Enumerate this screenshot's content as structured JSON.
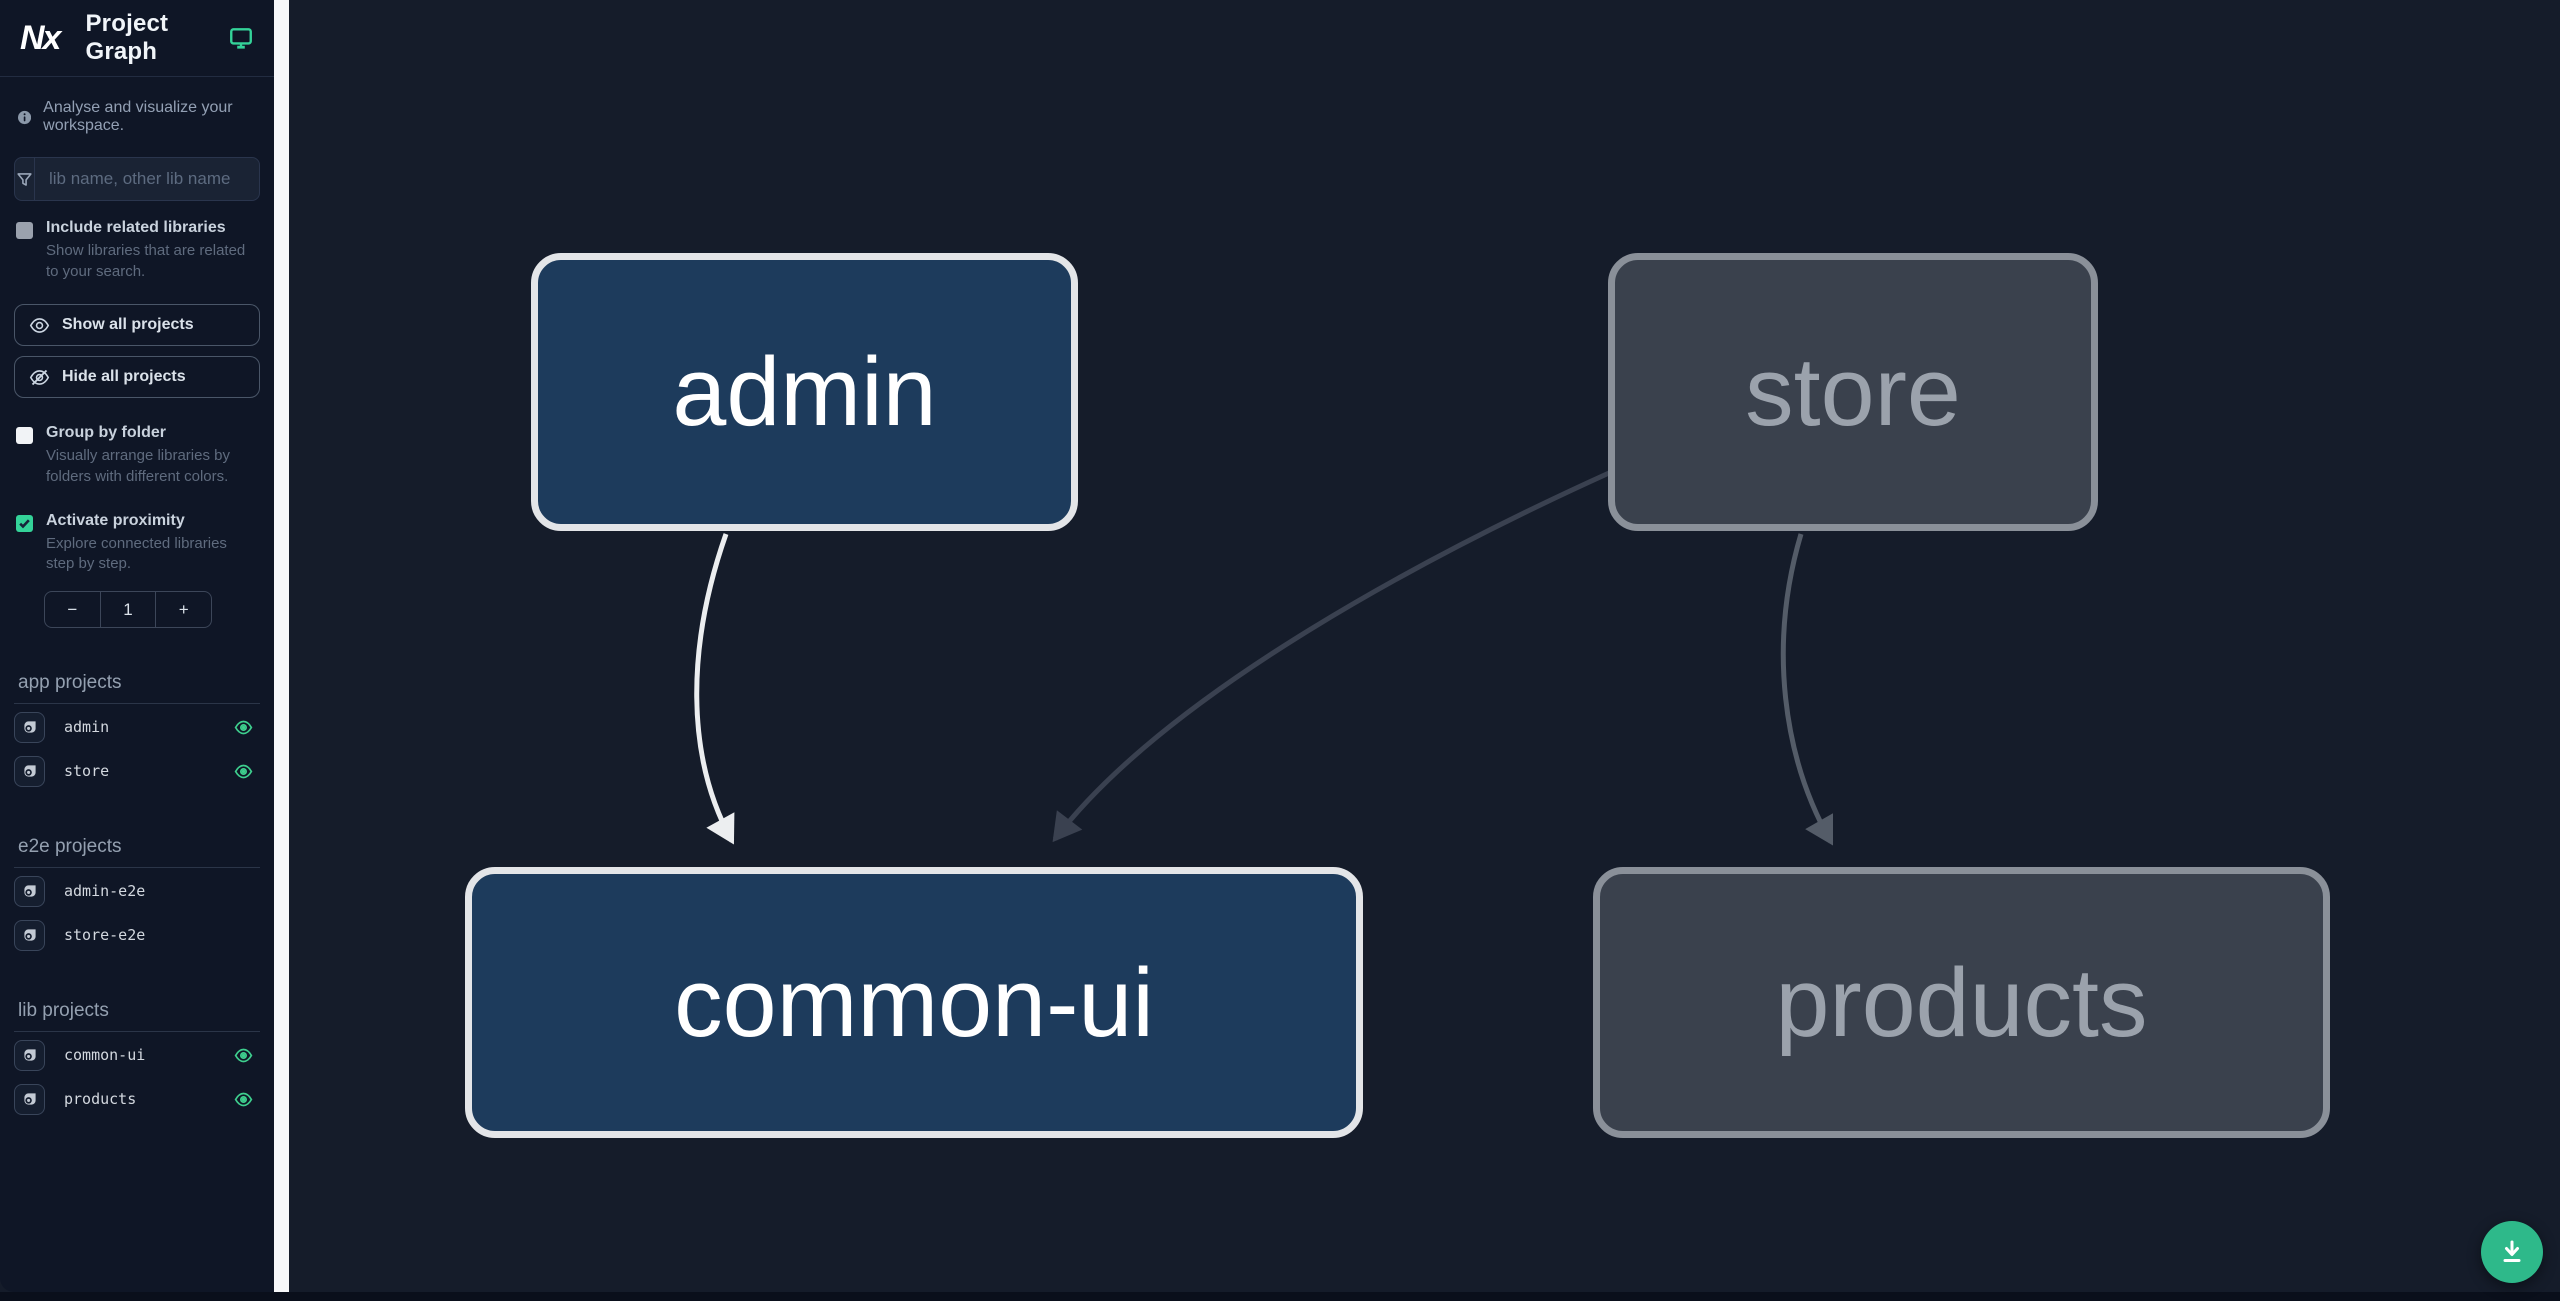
{
  "header": {
    "title": "Project Graph",
    "logo_text": "Nx"
  },
  "sidebar": {
    "tagline": "Analyse and visualize your workspace.",
    "filter": {
      "placeholder": "lib name, other lib name",
      "value": ""
    },
    "toggles": [
      {
        "label": "Include related libraries",
        "description": "Show libraries that are related to your search.",
        "checked": false
      },
      {
        "label": "Group by folder",
        "description": "Visually arrange libraries by folders with different colors.",
        "checked": false
      },
      {
        "label": "Activate proximity",
        "description": "Explore connected libraries step by step.",
        "checked": true
      }
    ],
    "buttons": {
      "show_all": "Show all projects",
      "hide_all": "Hide all projects"
    },
    "proximity_stepper": {
      "decrement": "−",
      "value": "1",
      "increment": "+"
    },
    "sections": [
      {
        "title": "app projects",
        "items": [
          {
            "name": "admin",
            "visible": true
          },
          {
            "name": "store",
            "visible": true
          }
        ]
      },
      {
        "title": "e2e projects",
        "items": [
          {
            "name": "admin-e2e",
            "visible": false
          },
          {
            "name": "store-e2e",
            "visible": false
          }
        ]
      },
      {
        "title": "lib projects",
        "items": [
          {
            "name": "common-ui",
            "visible": true
          },
          {
            "name": "products",
            "visible": true
          }
        ]
      }
    ]
  },
  "graph": {
    "nodes": [
      {
        "id": "admin",
        "label": "admin",
        "state": "focused"
      },
      {
        "id": "store",
        "label": "store",
        "state": "muted"
      },
      {
        "id": "common-ui",
        "label": "common-ui",
        "state": "focused"
      },
      {
        "id": "products",
        "label": "products",
        "state": "muted"
      }
    ],
    "edges": [
      {
        "source": "admin",
        "target": "common-ui",
        "style": "highlighted"
      },
      {
        "source": "store",
        "target": "common-ui",
        "style": "faded"
      },
      {
        "source": "store",
        "target": "products",
        "style": "muted"
      }
    ]
  },
  "fab": {
    "icon": "download-icon"
  },
  "colors": {
    "sidebar_bg": "#0f1626",
    "canvas_bg": "#151c2a",
    "accent_teal": "#34d399",
    "eye_green": "#3ecf8e",
    "node_focused_fill": "#1d3b5c",
    "node_focused_border": "#e3e5e8",
    "node_muted_fill": "#3a414d",
    "node_muted_border": "#8a9099",
    "edge_highlighted": "#eceef0",
    "edge_faded": "#3a4150",
    "edge_muted": "#545c68",
    "fab_bg": "#2eb98a"
  }
}
